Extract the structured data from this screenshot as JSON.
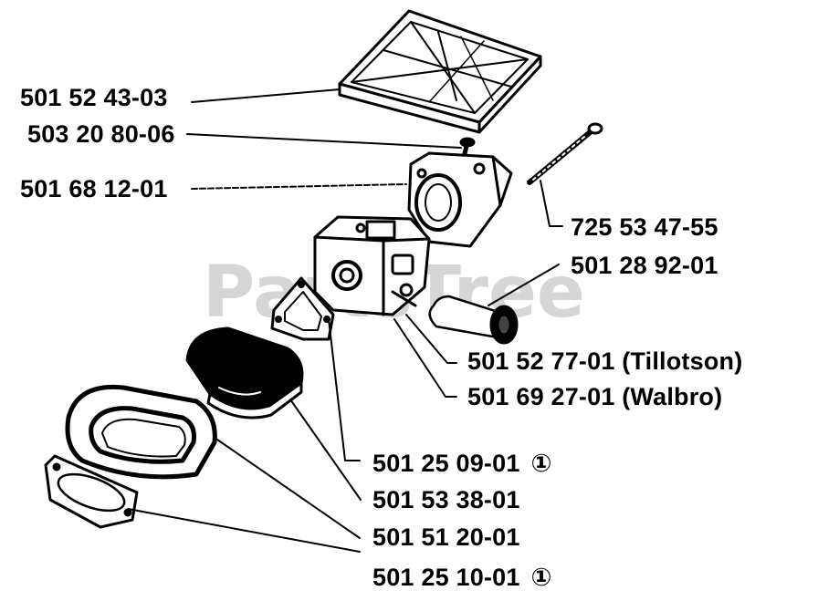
{
  "watermark": "PartsTree",
  "note_symbol": "①",
  "parts": [
    {
      "id": "air-filter-cover",
      "label": "501 52 43-03"
    },
    {
      "id": "screw-short",
      "label": "503 20 80-06"
    },
    {
      "id": "intake-adapter",
      "label": "501 68 12-01"
    },
    {
      "id": "long-screw",
      "label": "725 53 47-55"
    },
    {
      "id": "fuel-filter",
      "label": "501 28 92-01"
    },
    {
      "id": "carburetor-tillotson",
      "label": "501 52 77-01 (Tillotson)"
    },
    {
      "id": "carburetor-walbro",
      "label": "501 69 27-01 (Walbro)"
    },
    {
      "id": "gasket",
      "label": "501 25 09-01",
      "note": true
    },
    {
      "id": "air-filter",
      "label": "501 53 38-01"
    },
    {
      "id": "filter-holder",
      "label": "501 51 20-01"
    },
    {
      "id": "intake-gasket",
      "label": "501 25 10-01",
      "note": true
    }
  ]
}
